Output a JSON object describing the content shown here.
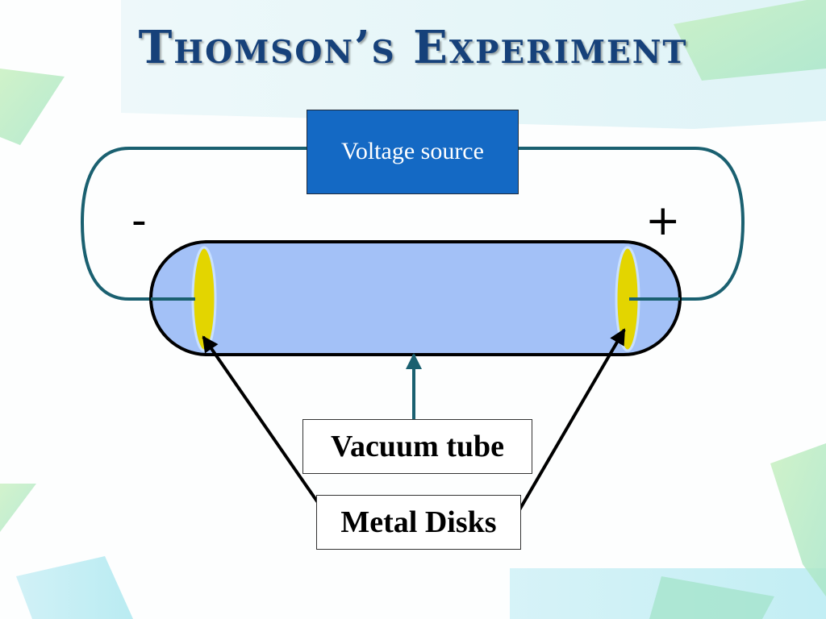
{
  "title": "Thomson’s Experiment",
  "labels": {
    "voltage_source": "Voltage source",
    "vacuum_tube": "Vacuum tube",
    "metal_disks": "Metal Disks",
    "cathode_sign": "-",
    "anode_sign": "+"
  },
  "colors": {
    "title": "#16417a",
    "voltage_box": "#1469c4",
    "tube_fill": "#a3c1f7",
    "disk_fill": "#e3d500",
    "wire": "#1a6070"
  }
}
